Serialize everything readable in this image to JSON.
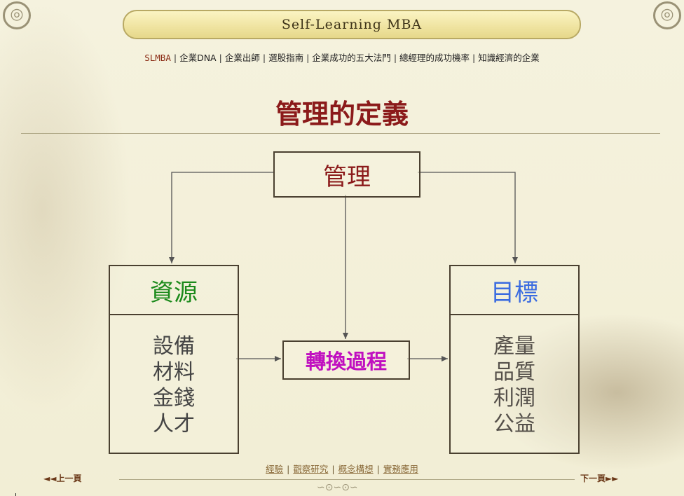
{
  "header": {
    "banner_title": "Self-Learning MBA",
    "corner_glyph": "◎"
  },
  "topnav": {
    "items": [
      "SLMBA",
      "企業DNA",
      "企業出師",
      "選股指南",
      "企業成功的五大法門",
      "總經理的成功機率",
      "知識經濟的企業"
    ],
    "separator": "|"
  },
  "page": {
    "title": "管理的定義"
  },
  "diagram": {
    "management": "管理",
    "process": "轉換過程",
    "resources": {
      "heading": "資源",
      "items": [
        "設備",
        "材料",
        "金錢",
        "人才"
      ],
      "heading_color": "#1b8a1b"
    },
    "goals": {
      "heading": "目標",
      "items": [
        "產量",
        "品質",
        "利潤",
        "公益"
      ],
      "heading_color": "#3a6be0"
    },
    "process_color": "#c010c0",
    "title_color": "#8b1a1a"
  },
  "footer": {
    "links": [
      "經驗",
      "觀察研究",
      "概念構想",
      "實務應用"
    ],
    "prev_label": "◄◄上一頁",
    "next_label": "下一頁►►",
    "ornament": "∽⊙∽⊙∽"
  }
}
